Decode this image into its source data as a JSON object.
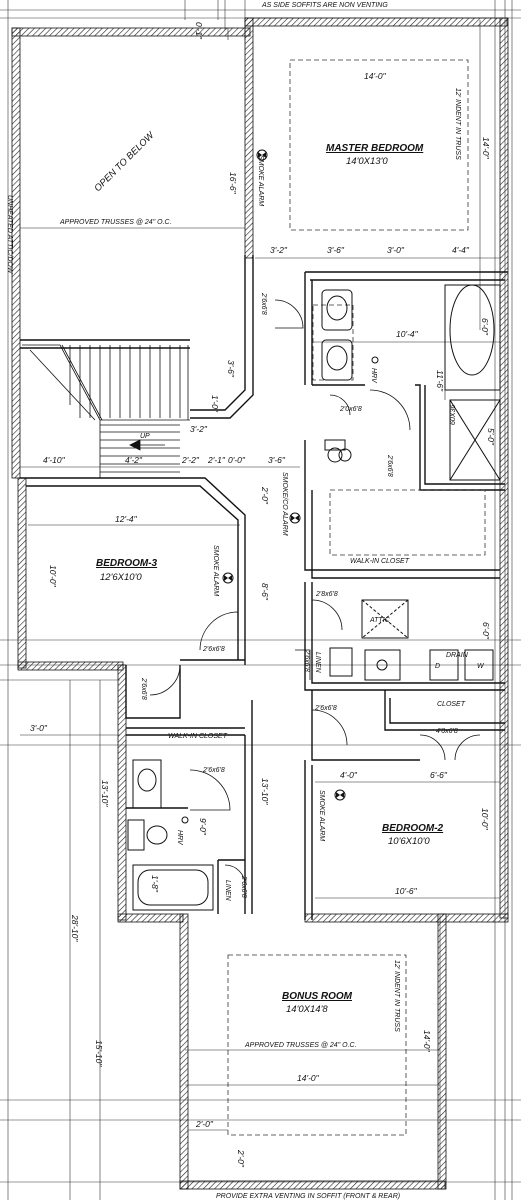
{
  "notes": {
    "top": "AS SIDE SOFFITS ARE NON VENTING",
    "bottom": "PROVIDE EXTRA VENTING IN SOFFIT (FRONT & REAR)",
    "left_vertical": "UNHEATED ATTIC/DOW",
    "trusses_top": "APPROVED TRUSSES @ 24\" O.C.",
    "trusses_bottom": "APPROVED TRUSSES @ 24\" O.C.",
    "indent_master": "12' INDENT IN TRUSS",
    "indent_bonus": "12' INDENT IN TRUSS",
    "open_to_below": "OPEN TO BELOW"
  },
  "rooms": {
    "master": {
      "name": "MASTER BEDROOM",
      "size": "14'0X13'0"
    },
    "bedroom3": {
      "name": "BEDROOM-3",
      "size": "12'6X10'0"
    },
    "bedroom2": {
      "name": "BEDROOM-2",
      "size": "10'6X10'0"
    },
    "bonus": {
      "name": "BONUS ROOM",
      "size": "14'0X14'8"
    },
    "walkin_closet": "WALK-IN CLOSET",
    "walkin_closet2": "WALK-IN CLOSET",
    "closet": "CLOSET",
    "linen1": "LINEN",
    "linen2": "LINEN",
    "attic": "ATTIC",
    "drain": "DRAIN",
    "dryer": "D",
    "washer": "W",
    "hrv1": "HRV",
    "hrv2": "HRV",
    "shower": "60X36",
    "up": "UP"
  },
  "smoke": {
    "s1": "SMOKE ALARM",
    "s2": "SMOKE/CO ALARM",
    "s3": "SMOKE ALARM",
    "s4": "SMOKE ALARM"
  },
  "doors": {
    "d1": "2'6x6'8",
    "d2": "2'0x6'8",
    "d3": "2'6x6'8",
    "d4": "2'8x6'8",
    "d5": "2'6x6'8",
    "d6": "2'6x6'8",
    "d7": "2'6x6'8",
    "d8": "2'6x6'8",
    "d9": "2'6x6'8",
    "d10": "4'0x6'8",
    "d11": "2'6x6'8"
  },
  "dims": {
    "master_w": "14'-0\"",
    "master_h": "14'-0\"",
    "open_h": "16'-6\"",
    "row1_a": "3'-2\"",
    "row1_b": "3'-6\"",
    "row1_c": "3'-0\"",
    "row1_d": "4'-4\"",
    "ensuite_w": "10'-4\"",
    "ensuite_h": "11'-6\"",
    "tub": "6'-0\"",
    "shower_d": "5'-0\"",
    "stair_a": "3'-6\"",
    "stair_b": "1'-0\"",
    "stair_c": "3'-2\"",
    "row2_a": "4'-10\"",
    "row2_b": "4'-2\"",
    "row2_c": "2'-2\"",
    "row2_d": "2'-1\"",
    "row2_e": "0'-0\"",
    "row2_f": "3'-6\"",
    "hall_a": "2'-0\"",
    "hall_b": "8'-6\"",
    "b3_w": "12'-4\"",
    "b3_h": "10'-0\"",
    "left_a": "3'-0\"",
    "laundry": "6'-0\"",
    "b2_a": "4'-0\"",
    "b2_b": "6'-6\"",
    "b2_h": "10'-0\"",
    "b2_w": "10'-6\"",
    "bath_h": "13'-10\"",
    "hall_h": "13'-10\"",
    "bath_w": "9'-0\"",
    "tub2": "1'-8\"",
    "total_h": "28'-10\"",
    "bonus_h": "15'-10\"",
    "bonus_w": "14'-0\"",
    "bonus_a": "2'-0\"",
    "bonus_b": "2'-0\"",
    "bonus_r": "14'-0\"",
    "top_a": "0'-1\"",
    "top_r": "14'-0\""
  }
}
